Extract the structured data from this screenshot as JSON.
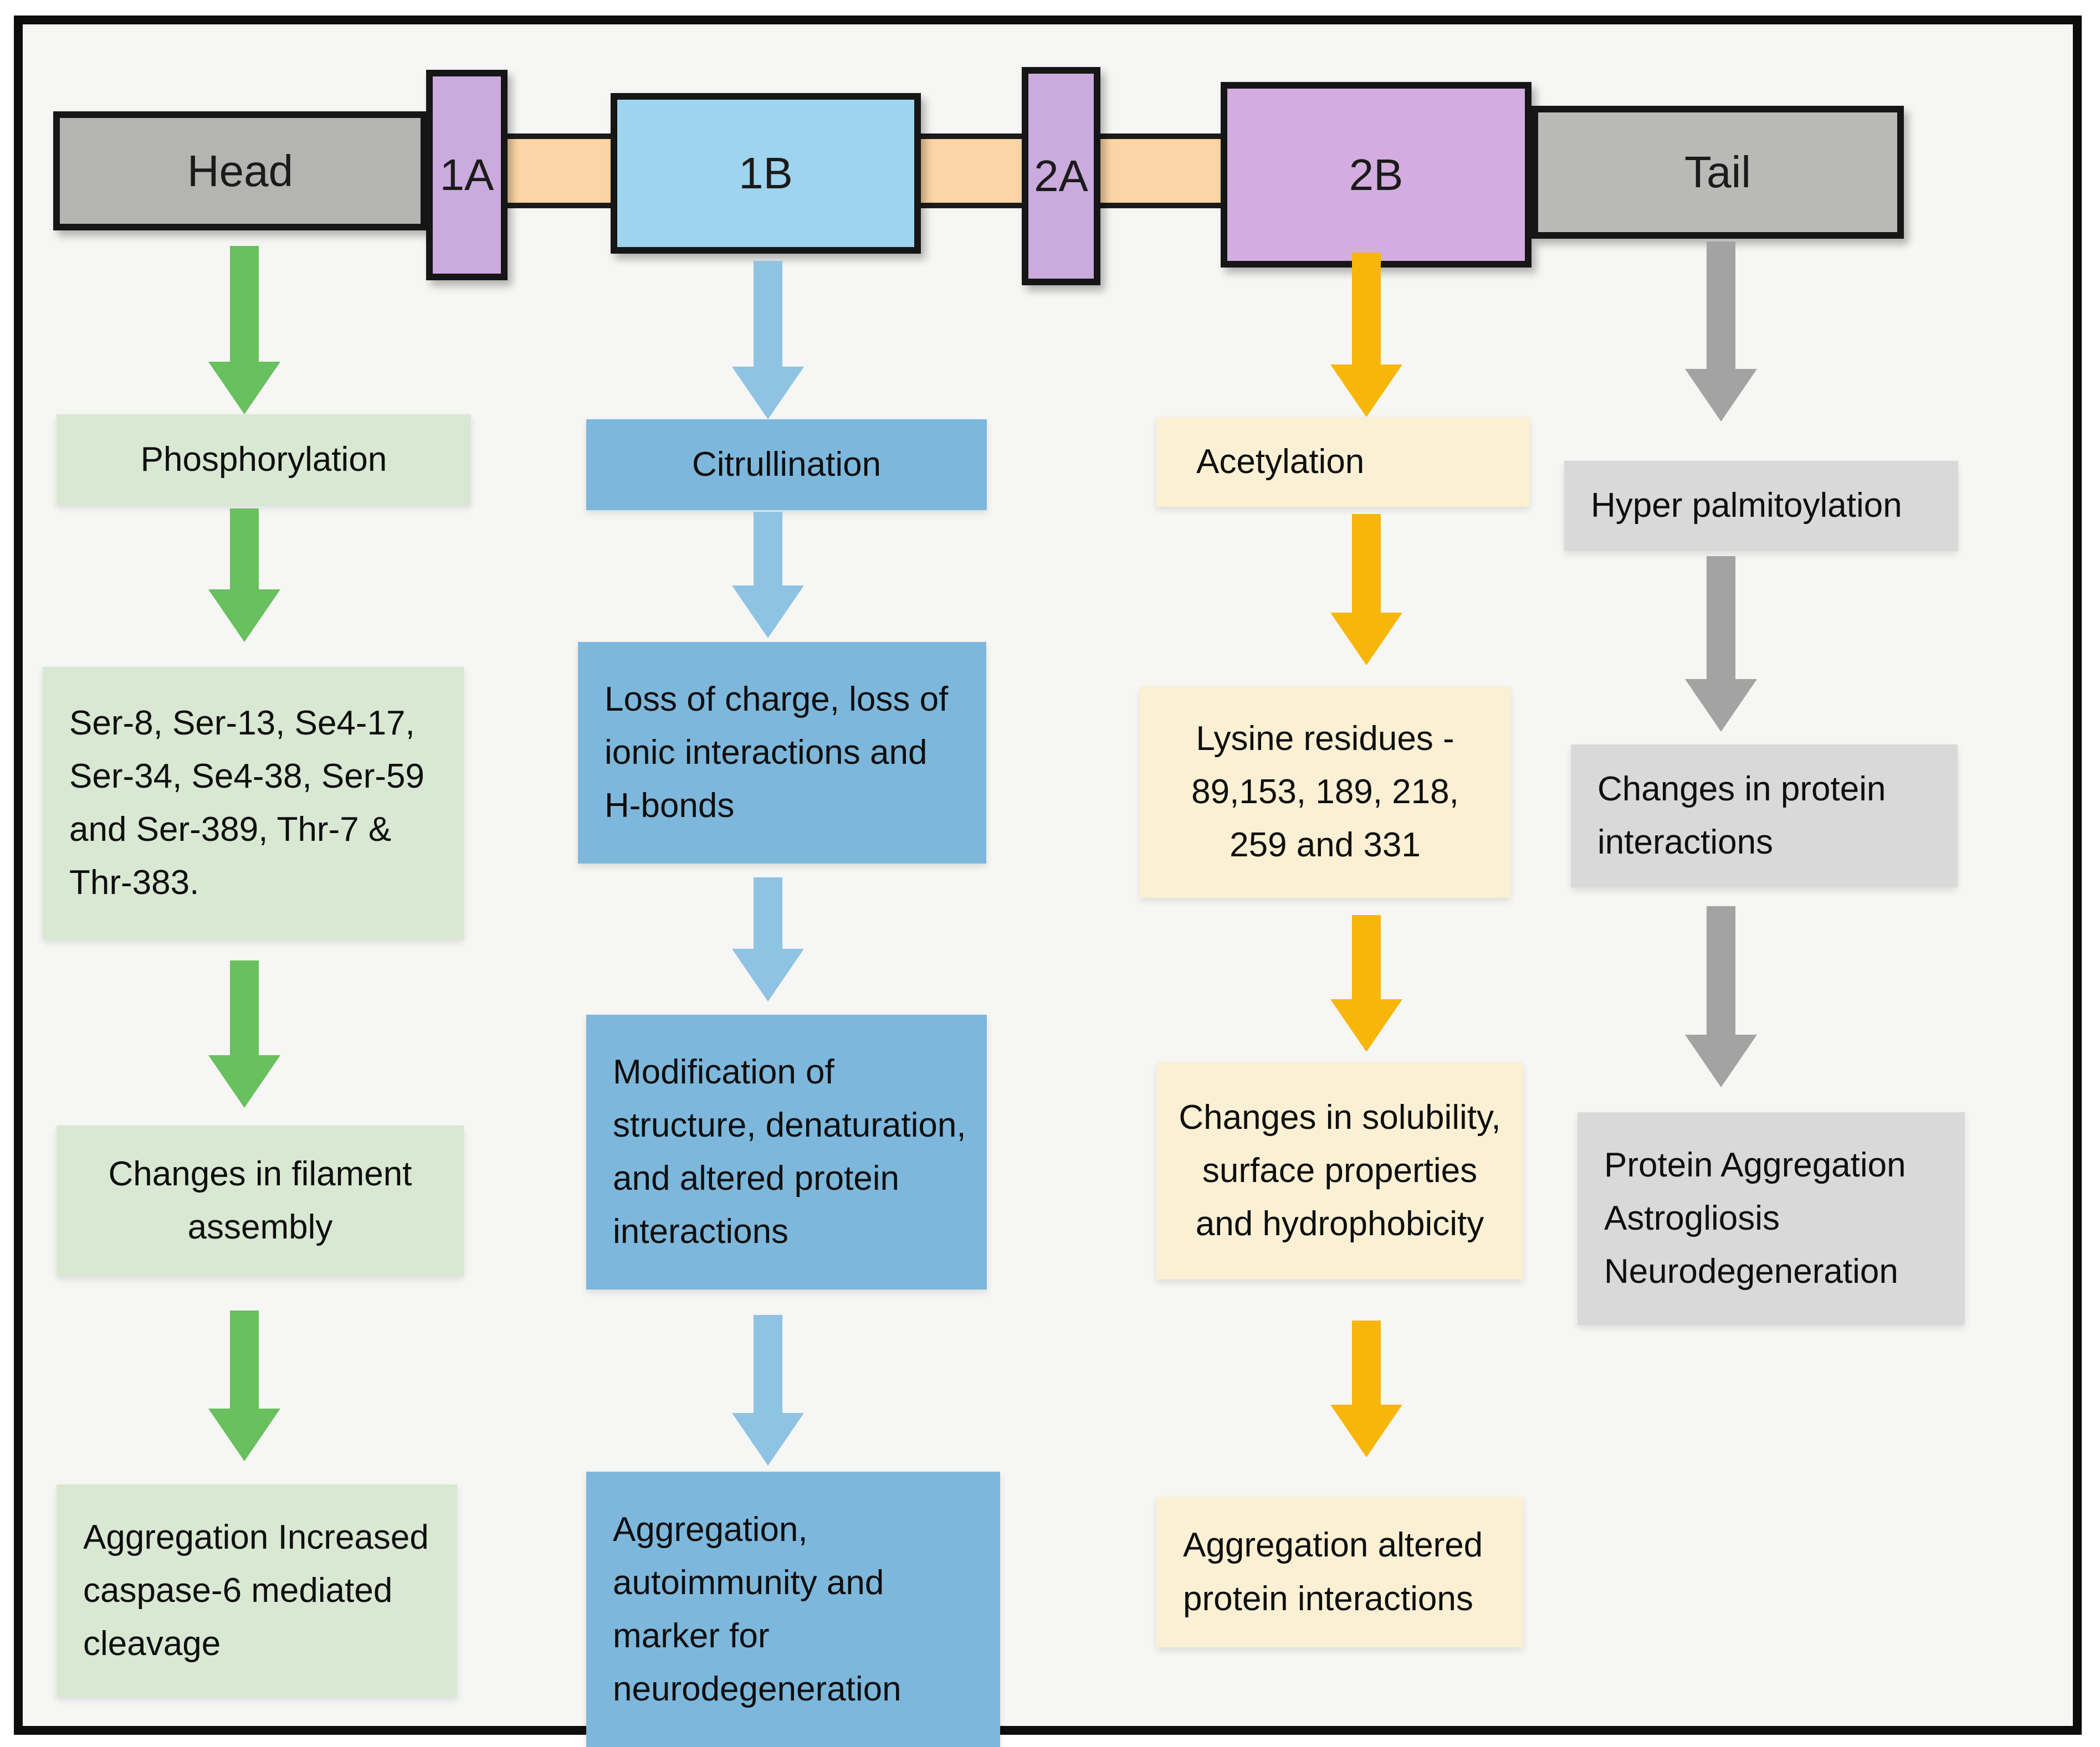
{
  "canvas": {
    "inner_bg": "#f6f6f4",
    "frame_color": "#0d0d0d"
  },
  "domain_bar": {
    "connector_color": "#fbd5a5",
    "segments": [
      {
        "id": "head",
        "label": "Head",
        "fill": "#b4b4b2"
      },
      {
        "id": "1a",
        "label": "1A",
        "fill": "#cbaade"
      },
      {
        "id": "1b",
        "label": "1B",
        "fill": "#9fd4ef"
      },
      {
        "id": "2a",
        "label": "2A",
        "fill": "#cbaade"
      },
      {
        "id": "2b",
        "label": "2B",
        "fill": "#d3addf"
      },
      {
        "id": "tail",
        "label": "Tail",
        "fill": "#b9b9b7"
      }
    ]
  },
  "columns": [
    {
      "id": "phosphorylation",
      "arrow_color": "#68c05f",
      "box_color": "#d9e8d2",
      "boxes": [
        {
          "text": "Phosphorylation"
        },
        {
          "text": "Ser-8, Ser-13, Se4-17,\nSer-34, Se4-38, Ser-59\nand Ser-389, Thr-7 &\nThr-383."
        },
        {
          "text": "Changes in filament\nassembly"
        },
        {
          "text": "Aggregation Increased\ncaspase-6 mediated\ncleavage"
        }
      ]
    },
    {
      "id": "citrullination",
      "arrow_color": "#8ec3e4",
      "box_color": "#7db8dc",
      "boxes": [
        {
          "text": "Citrullination"
        },
        {
          "text": "Loss of charge, loss of\nionic interactions and\nH-bonds"
        },
        {
          "text": "Modification of\nstructure, denaturation,\nand altered protein\ninteractions"
        },
        {
          "text": "Aggregation,\nautoimmunity and\nmarker for\nneurodegeneration"
        }
      ]
    },
    {
      "id": "acetylation",
      "arrow_color": "#f8b609",
      "box_color": "#fbf0d3",
      "boxes": [
        {
          "text": "Acetylation"
        },
        {
          "text": "Lysine residues -\n89,153, 189, 218,\n259 and 331"
        },
        {
          "text": "Changes in solubility,\nsurface properties\nand hydrophobicity"
        },
        {
          "text": "Aggregation altered\nprotein interactions"
        }
      ]
    },
    {
      "id": "hyper-palmitoylation",
      "arrow_color": "#a3a3a3",
      "box_color": "#d9d9d9",
      "boxes": [
        {
          "text": "Hyper palmitoylation"
        },
        {
          "text": "Changes in protein\ninteractions"
        },
        {
          "text": "Protein Aggregation\nAstrogliosis\nNeurodegeneration"
        }
      ]
    }
  ]
}
